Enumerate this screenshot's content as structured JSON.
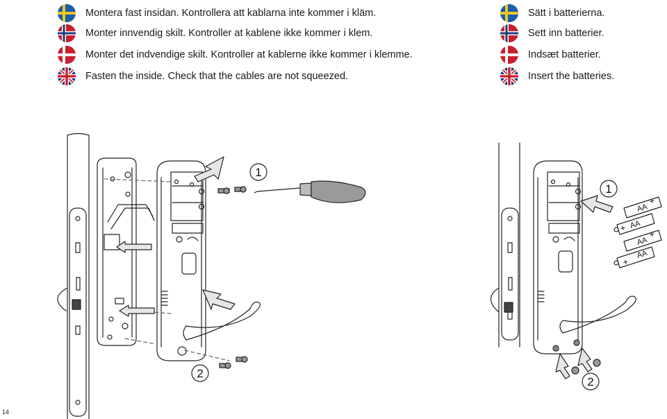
{
  "left_instructions": [
    {
      "flag": "sweden-flag-icon",
      "text": "Montera fast insidan. Kontrollera att kablarna inte kommer i kläm."
    },
    {
      "flag": "norway-flag-icon",
      "text": "Monter innvendig skilt. Kontroller at kablene ikke kommer i klem."
    },
    {
      "flag": "denmark-flag-icon",
      "text": "Monter det indvendige skilt. Kontroller at kablerne ikke kommer i klemme."
    },
    {
      "flag": "uk-flag-icon",
      "text": "Fasten the inside. Check that the cables are not squeezed."
    }
  ],
  "right_instructions": [
    {
      "flag": "sweden-flag-icon",
      "text": "Sätt i batterierna."
    },
    {
      "flag": "norway-flag-icon",
      "text": "Sett inn batterier."
    },
    {
      "flag": "denmark-flag-icon",
      "text": "Indsæt batterier."
    },
    {
      "flag": "uk-flag-icon",
      "text": "Insert the batteries."
    }
  ],
  "left_illustration": {
    "step1": "1",
    "step2": "2"
  },
  "right_illustration": {
    "step1": "1",
    "step2": "2",
    "battery_label": "AA",
    "plus": "+"
  },
  "page_number": "14",
  "colors": {
    "sweden_blue": "#1a5fa8",
    "sweden_yellow": "#f3c623",
    "norway_red": "#c8202e",
    "denmark_red": "#c8202e",
    "uk_blue": "#1d3a7a",
    "line": "#222222",
    "arrow_fill": "#e6e6e6"
  }
}
